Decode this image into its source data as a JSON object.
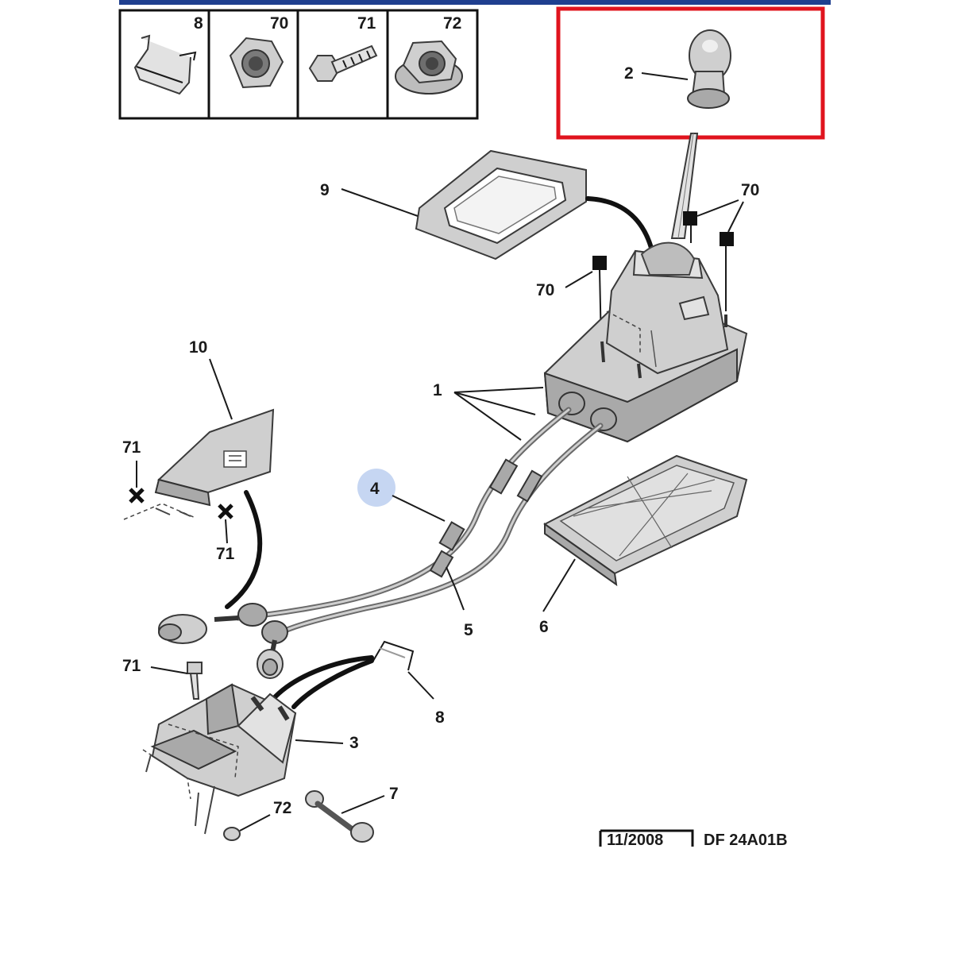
{
  "legend_boxes": [
    {
      "label": "8",
      "icon": "retaining-clip-icon"
    },
    {
      "label": "70",
      "icon": "hex-nut-icon"
    },
    {
      "label": "71",
      "icon": "hex-bolt-icon"
    },
    {
      "label": "72",
      "icon": "flange-nut-icon"
    }
  ],
  "callouts": {
    "gear_knob": "2",
    "boot_frame": "9",
    "nut_top": "70",
    "nut_left": "70",
    "cables_group": "1",
    "heat_shield": "10",
    "bolt_left_upper": "71",
    "bolt_left_lower": "71",
    "cable_highlight": "4",
    "cable_lower": "5",
    "base_cover": "6",
    "bolt_bracket": "71",
    "clip": "8",
    "bracket": "3",
    "rod": "7",
    "nut_bracket": "72"
  },
  "footer": {
    "date": "11/2008",
    "ref": "DF 24A01B"
  },
  "colors": {
    "top_bar": "#1f3f8f",
    "highlight_frame": "#e0141e",
    "callout_circle": "#c6d6f2"
  }
}
